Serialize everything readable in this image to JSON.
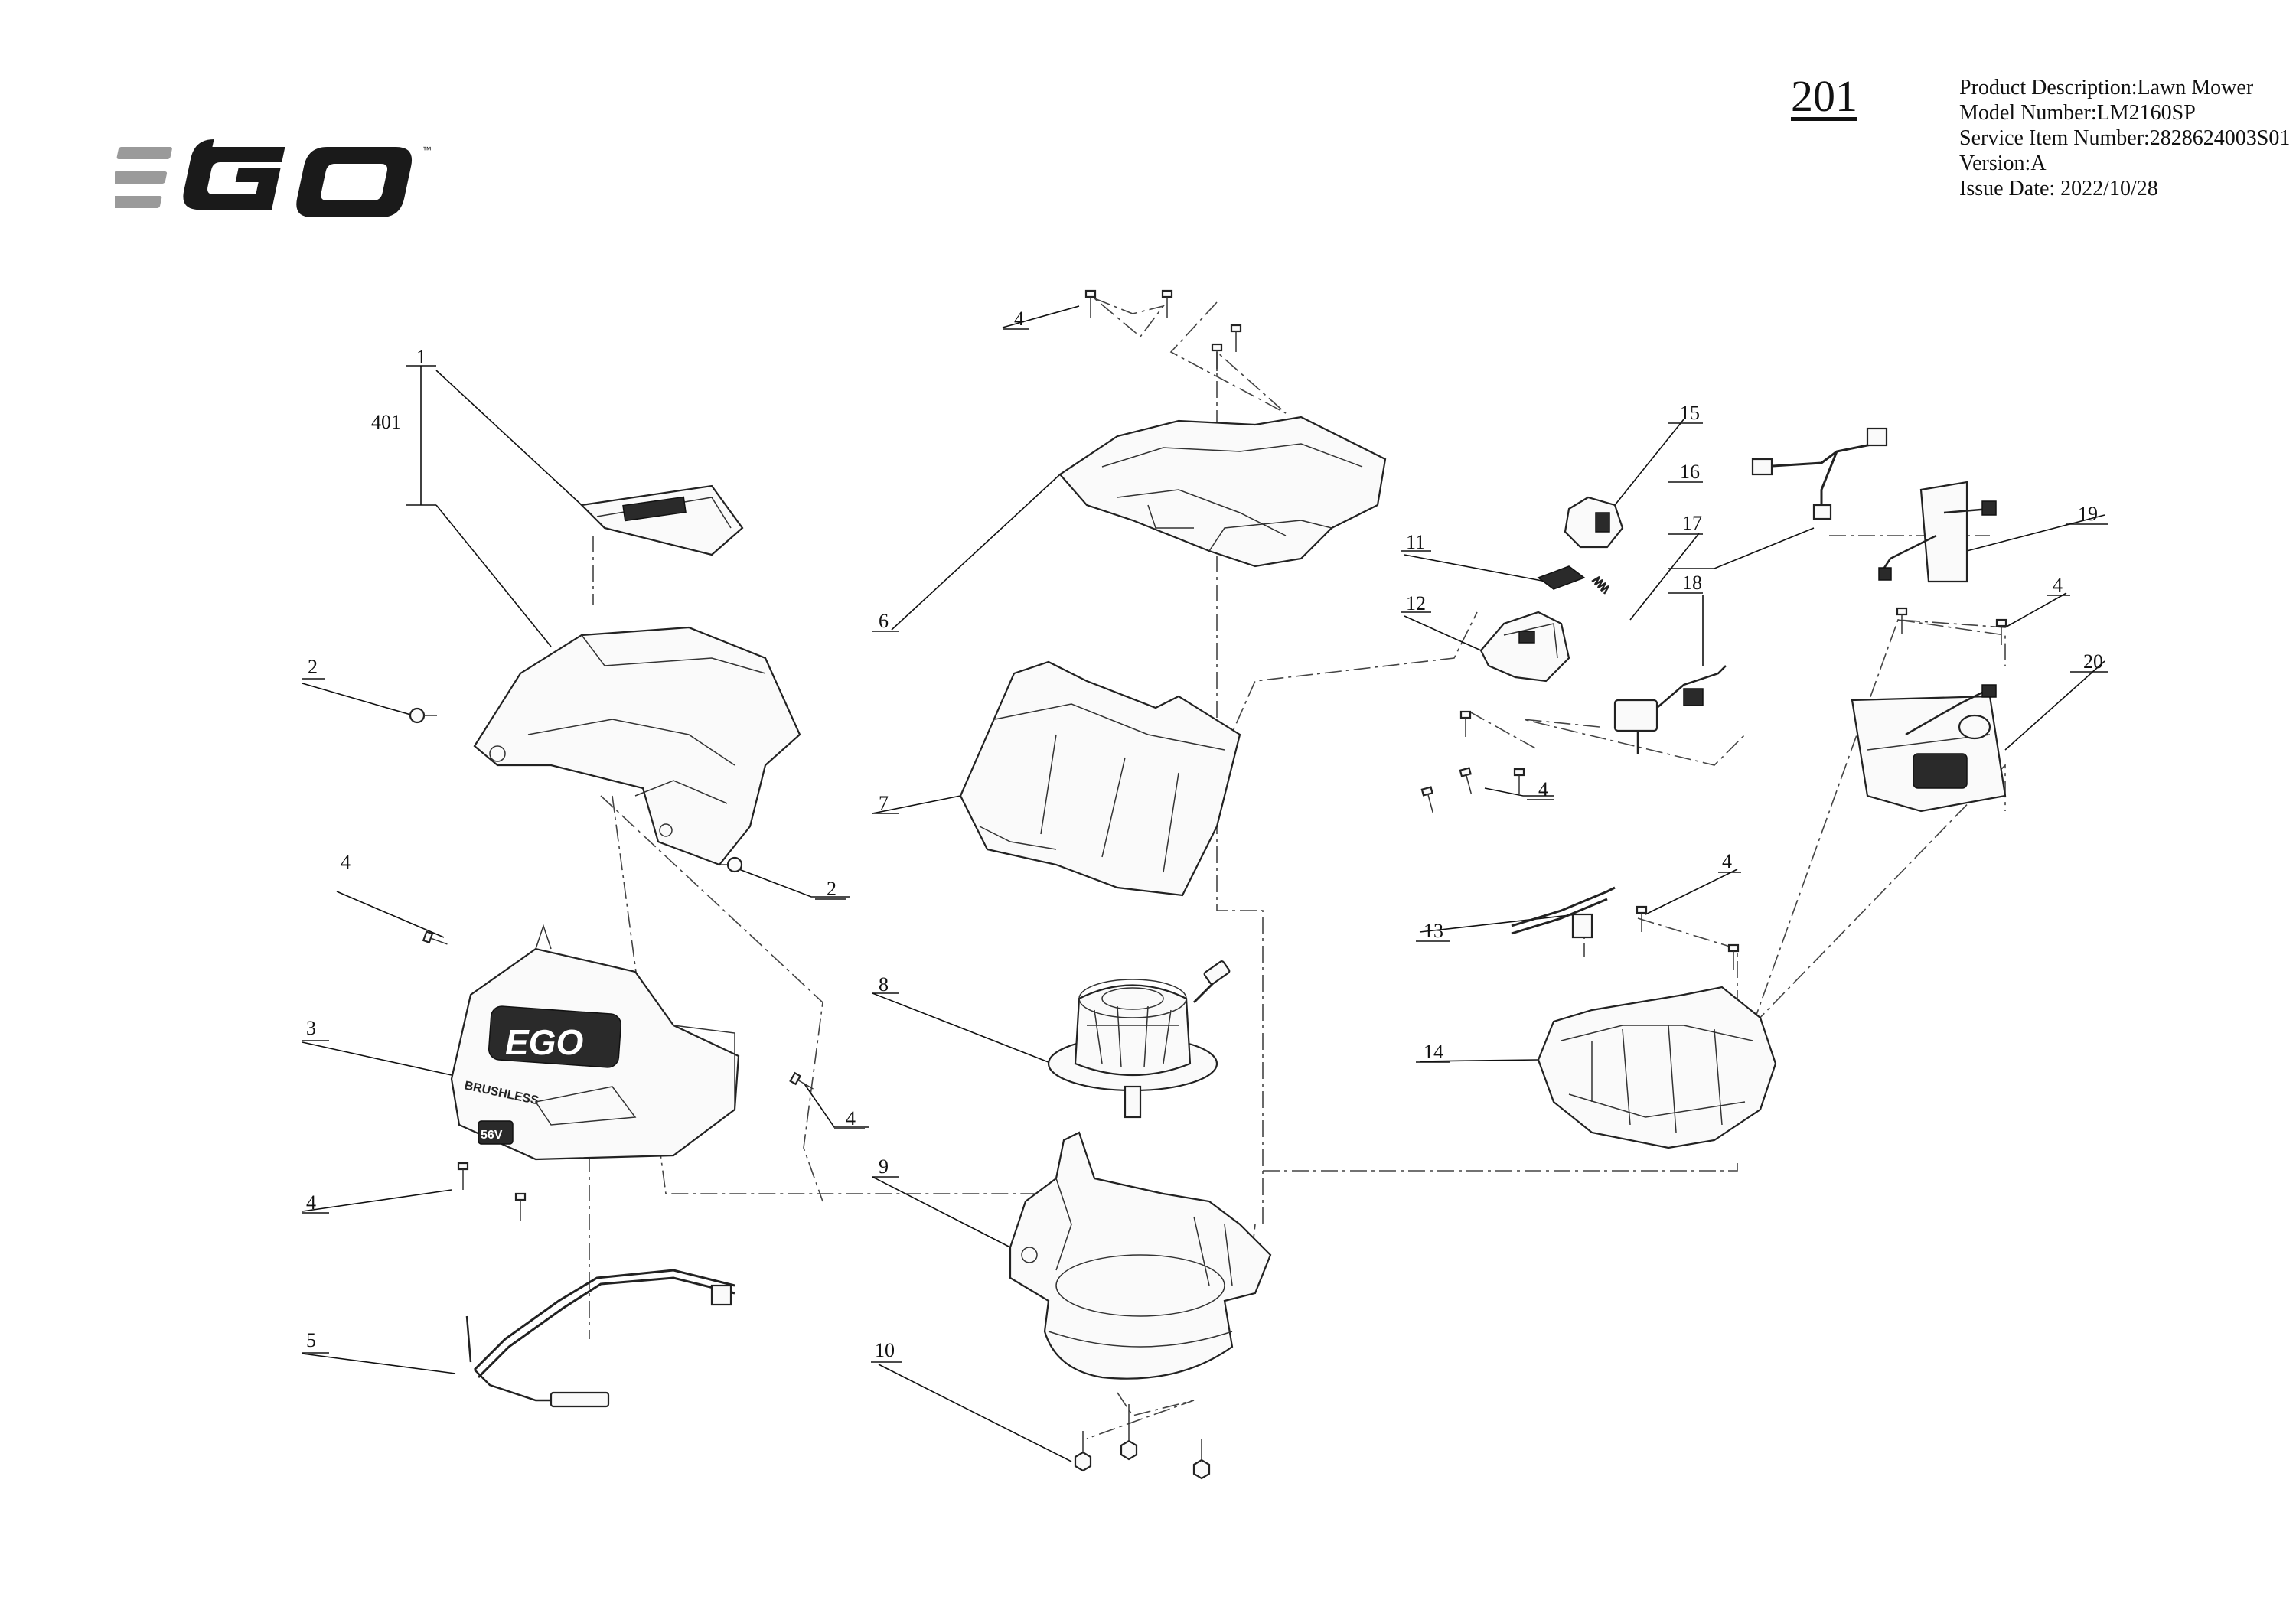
{
  "brand": {
    "logo_text": "EGO",
    "trademark": "™",
    "logo_color": "#1a1a1a",
    "accent_color": "#9a9a9a"
  },
  "page": {
    "number": "201"
  },
  "info": {
    "product_description": "Product Description:Lawn Mower",
    "model_number": "Model Number:LM2160SP",
    "service_item_number": "Service Item Number:2828624003S01",
    "version": "Version:A",
    "issue_date": "Issue Date: 2022/10/28"
  },
  "callouts": [
    {
      "id": "c1",
      "text": "1"
    },
    {
      "id": "c401",
      "text": "401"
    },
    {
      "id": "c2a",
      "text": "2"
    },
    {
      "id": "c2b",
      "text": "2"
    },
    {
      "id": "c3",
      "text": "3"
    },
    {
      "id": "c4a",
      "text": "4"
    },
    {
      "id": "c4b",
      "text": "4"
    },
    {
      "id": "c4c",
      "text": "4"
    },
    {
      "id": "c4d",
      "text": "4"
    },
    {
      "id": "c4e",
      "text": "4"
    },
    {
      "id": "c4f",
      "text": "4"
    },
    {
      "id": "c4g",
      "text": "4"
    },
    {
      "id": "c5",
      "text": "5"
    },
    {
      "id": "c6",
      "text": "6"
    },
    {
      "id": "c7",
      "text": "7"
    },
    {
      "id": "c8",
      "text": "8"
    },
    {
      "id": "c9",
      "text": "9"
    },
    {
      "id": "c10",
      "text": "10"
    },
    {
      "id": "c11",
      "text": "11"
    },
    {
      "id": "c12",
      "text": "12"
    },
    {
      "id": "c13",
      "text": "13"
    },
    {
      "id": "c14",
      "text": "14"
    },
    {
      "id": "c15",
      "text": "15"
    },
    {
      "id": "c16",
      "text": "16"
    },
    {
      "id": "c17",
      "text": "17"
    },
    {
      "id": "c18",
      "text": "18"
    },
    {
      "id": "c19",
      "text": "19"
    },
    {
      "id": "c20",
      "text": "20"
    }
  ],
  "part_markings": {
    "cover_logo": "EGO",
    "cover_text": "BRUSHLESS",
    "voltage": "56V"
  }
}
